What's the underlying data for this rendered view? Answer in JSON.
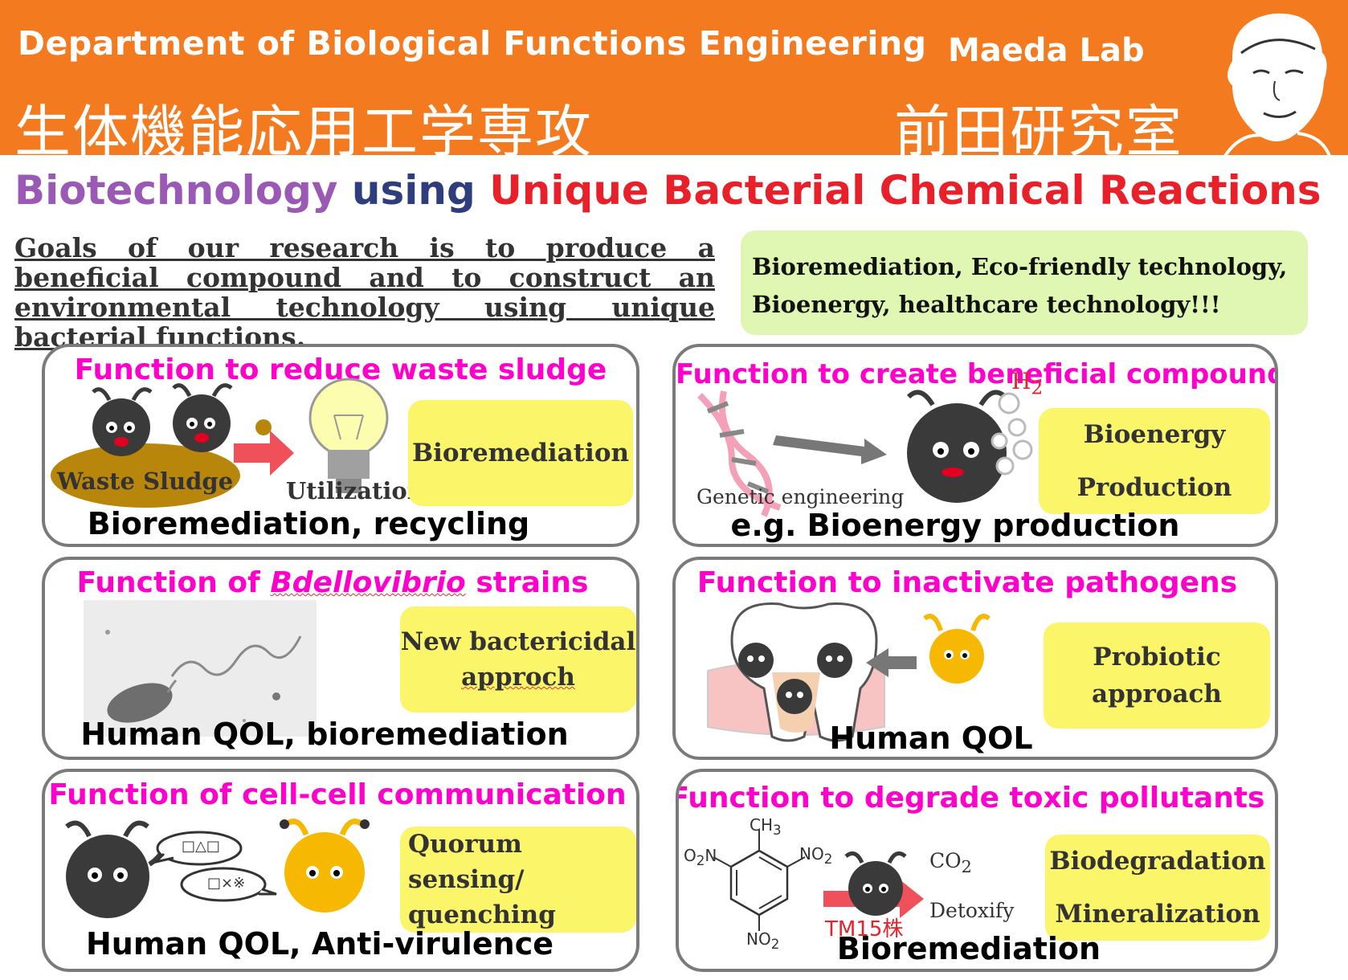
{
  "header": {
    "department_en": "Department of Biological Functions Engineering",
    "lab_en": "Maeda Lab",
    "department_jp": "生体機能応用工学専攻",
    "lab_jp": "前田研究室"
  },
  "headline": {
    "part1": "Biotechnology",
    "part2": "using",
    "part3": "Unique Bacterial Chemical Reactions"
  },
  "goals_text": "Goals of our research is to produce a beneficial compound and to construct an environmental technology using unique bacterial functions.",
  "keywords": {
    "line1": "Bioremediation, Eco-friendly technology,",
    "line2": "Bioenergy, healthcare technology!!!"
  },
  "panels": {
    "sludge": {
      "title": "Function to reduce waste sludge",
      "caption": "Bioremediation, recycling",
      "tag": "Bioremediation",
      "label_sludge": "Waste Sludge",
      "label_use": "Utilization"
    },
    "compounds": {
      "title": "Function to create beneficial compounds",
      "caption": "e.g. Bioenergy production",
      "tag1": "Bioenergy",
      "tag2": "Production",
      "label_genetic": "Genetic  engineering",
      "label_h2": "H",
      "label_h2_sub": "2"
    },
    "bdello": {
      "title_pre": "Function of ",
      "title_em": "Bdellovibrio",
      "title_post": " strains",
      "caption": "Human QOL, bioremediation",
      "tag1": "New bactericidal",
      "tag2": "approch"
    },
    "pathogens": {
      "title": "Function to inactivate pathogens",
      "caption": "Human QOL",
      "tag1": "Probiotic",
      "tag2": "approach"
    },
    "communication": {
      "title": "Function of cell-cell communication",
      "caption": "Human QOL, Anti-virulence",
      "tag1": "Quorum sensing/",
      "tag2": "quenching",
      "bubble1": "□△□",
      "bubble2": "□×※"
    },
    "pollutants": {
      "title": "Function to degrade toxic pollutants",
      "caption": "Bioremediation",
      "tag1": "Biodegradation",
      "tag2": "Mineralization",
      "ch3": "CH",
      "ch3_sub": "3",
      "o2n": "O",
      "o2n_sub": "2",
      "o2n_post": "N",
      "no2_right": "NO",
      "no2_right_sub": "2",
      "no2_bottom": "NO",
      "no2_bottom_sub": "2",
      "co2": "CO",
      "co2_sub": "2",
      "detoxify": "Detoxify",
      "strain": "TM15株"
    }
  },
  "colors": {
    "banner": "#f47a20",
    "title_magenta": "#ff00cc",
    "tag_yellow": "#fbf56a",
    "keyword_green": "#dff7b3",
    "panel_border": "#7a7a7a"
  }
}
